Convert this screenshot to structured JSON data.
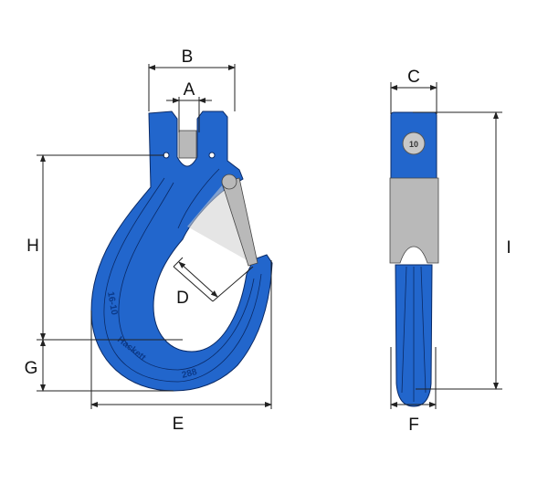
{
  "dimension_labels": {
    "A": "A",
    "B": "B",
    "C": "C",
    "D": "D",
    "E": "E",
    "F": "F",
    "G": "G",
    "H": "H",
    "I": "I"
  },
  "stamps": {
    "size_code": "16-10",
    "brand": "Hackett",
    "number": "288",
    "side_badge": "10"
  },
  "colors": {
    "hook_body": "#2266cc",
    "latch": "#b9b9b9",
    "outline": "#0a2a66"
  }
}
